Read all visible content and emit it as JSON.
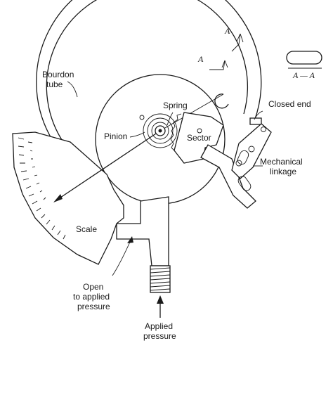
{
  "labels": {
    "bourdon_tube_line1": "Bourdon",
    "bourdon_tube_line2": "tube",
    "section_a_top": "A",
    "section_a_mid": "A",
    "section_aa": "A — A",
    "spring": "Spring",
    "closed_end": "Closed end",
    "pinion": "Pinion",
    "sector": "Sector",
    "mechanical_linkage_line1": "Mechanical",
    "mechanical_linkage_line2": "linkage",
    "scale": "Scale",
    "open_line1": "Open",
    "open_line2": "to applied",
    "open_line3": "pressure",
    "applied_line1": "Applied",
    "applied_line2": "pressure"
  }
}
